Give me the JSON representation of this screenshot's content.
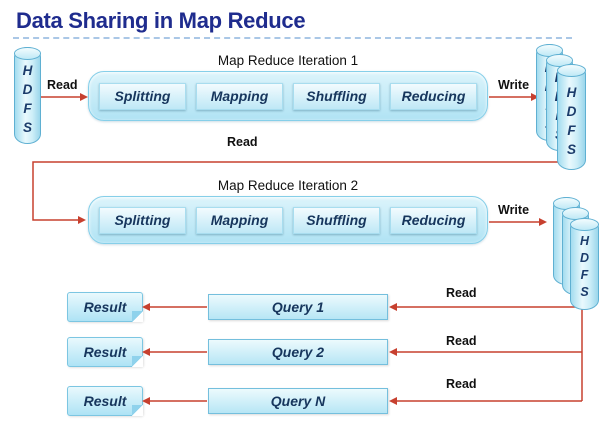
{
  "title": "Data Sharing in Map Reduce",
  "labels": {
    "read": "Read",
    "write": "Write"
  },
  "hdfs_letters": [
    "H",
    "D",
    "F",
    "S"
  ],
  "iteration1": {
    "title": "Map Reduce Iteration 1",
    "stages": [
      "Splitting",
      "Mapping",
      "Shuffling",
      "Reducing"
    ],
    "read": "Read",
    "write": "Write"
  },
  "mid_read": "Read",
  "iteration2": {
    "title": "Map Reduce Iteration 2",
    "stages": [
      "Splitting",
      "Mapping",
      "Shuffling",
      "Reducing"
    ],
    "read": "Read",
    "write": "Write"
  },
  "query_rows": [
    {
      "query": "Query 1",
      "result": "Result",
      "read": "Read"
    },
    {
      "query": "Query 2",
      "result": "Result",
      "read": "Read"
    },
    {
      "query": "Query N",
      "result": "Result",
      "read": "Read"
    }
  ],
  "colors": {
    "title_blue": "#1f2c8e",
    "arrow_red": "#c7402f",
    "cylinder_border": "#5fb0d2",
    "cylinder_fill": "#cdeef8",
    "container_border": "#86cfe9",
    "box_text_navy": "#17365d",
    "underline_dash": "#aac7e6"
  }
}
